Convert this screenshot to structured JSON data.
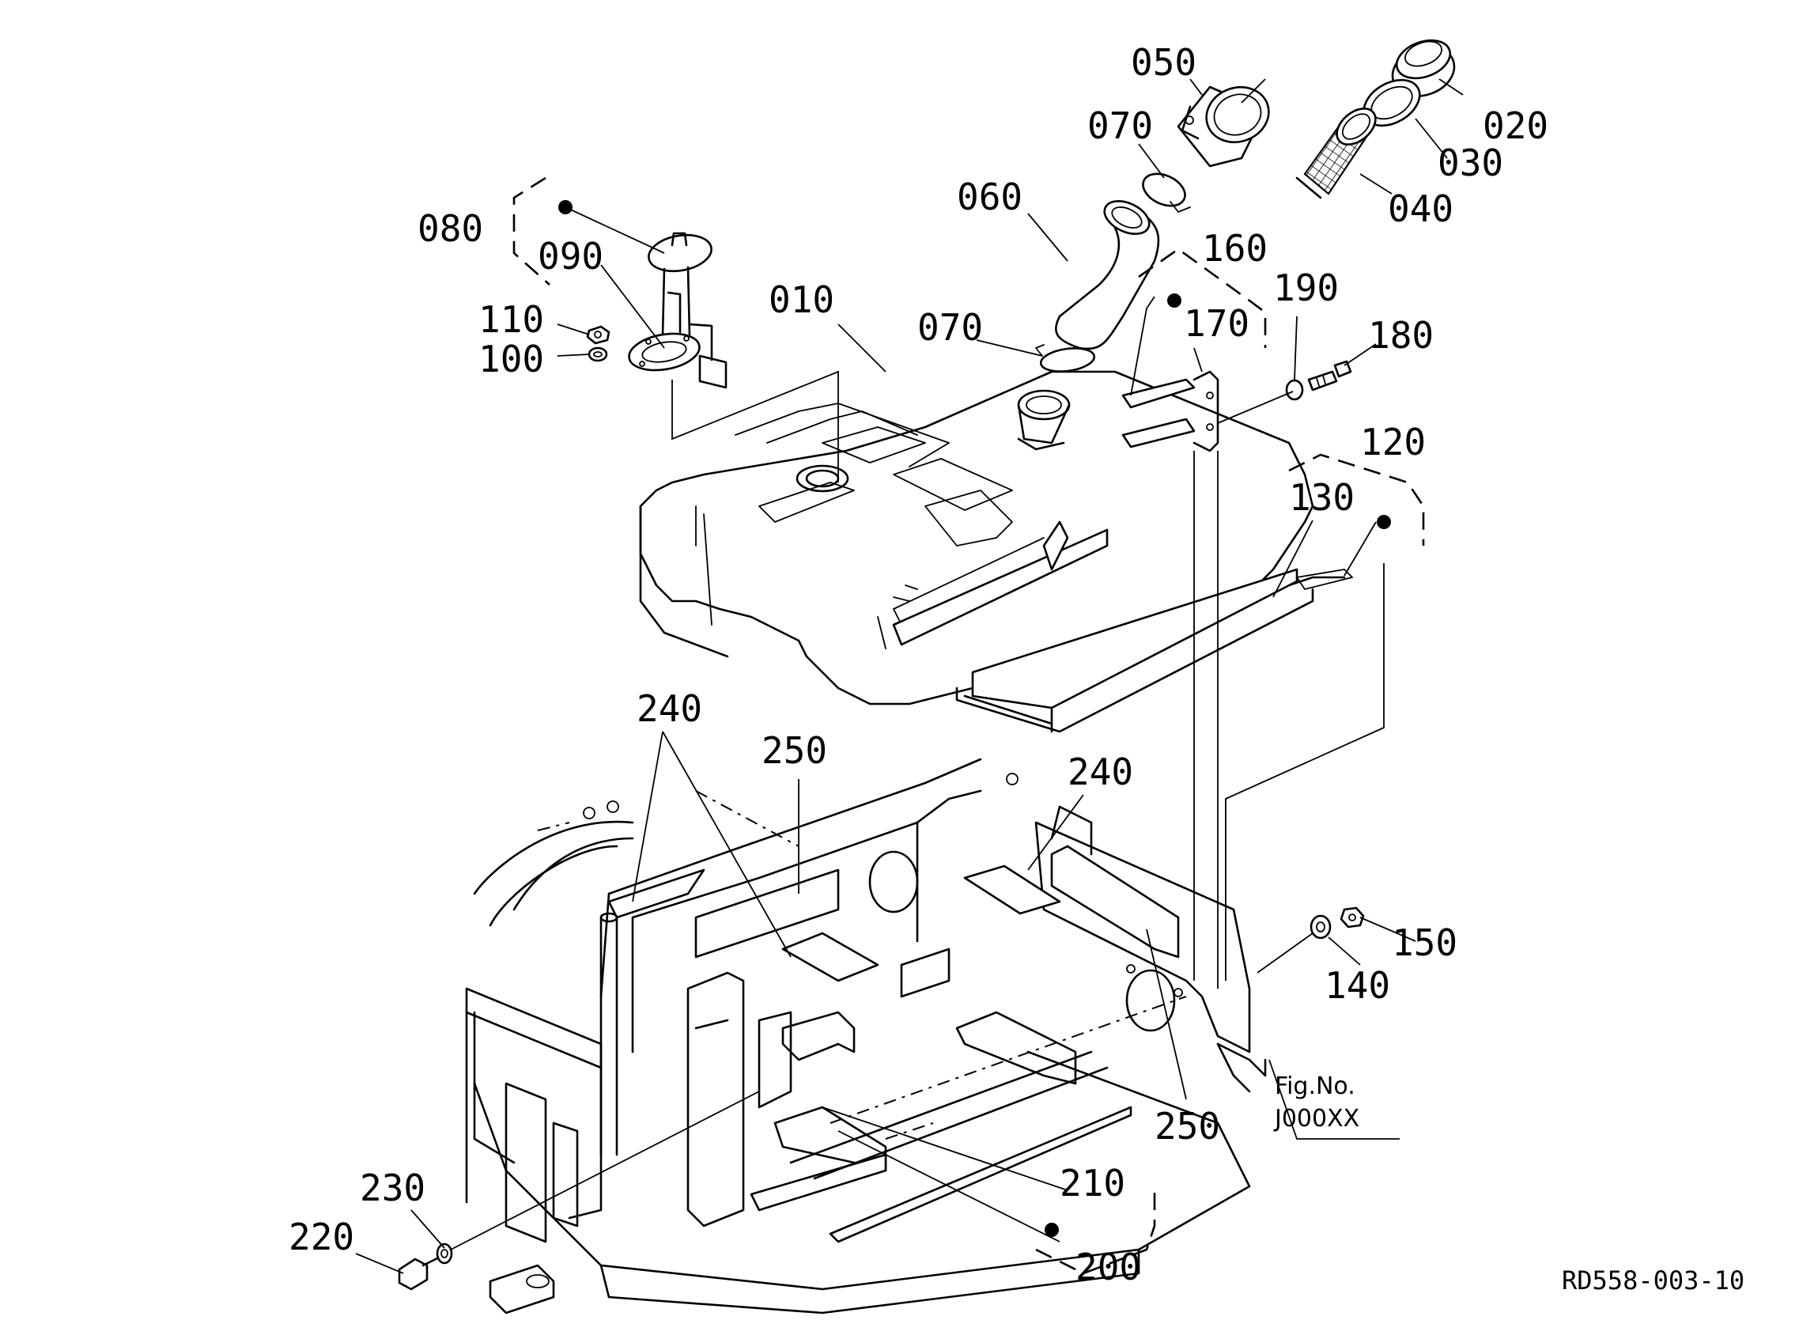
{
  "diagram": {
    "part_labels": {
      "p010": "010",
      "p020": "020",
      "p030": "030",
      "p040": "040",
      "p050": "050",
      "p060": "060",
      "p070a": "070",
      "p070b": "070",
      "p080": "080",
      "p090": "090",
      "p100": "100",
      "p110": "110",
      "p120": "120",
      "p130": "130",
      "p140": "140",
      "p150": "150",
      "p160": "160",
      "p170": "170",
      "p180": "180",
      "p190": "190",
      "p200": "200",
      "p210": "210",
      "p220": "220",
      "p230": "230",
      "p240a": "240",
      "p240b": "240",
      "p250a": "250",
      "p250b": "250"
    },
    "figure_ref": {
      "title": "Fig.No.",
      "number": "J000XX"
    },
    "drawing_code": "RD558-003-10"
  }
}
